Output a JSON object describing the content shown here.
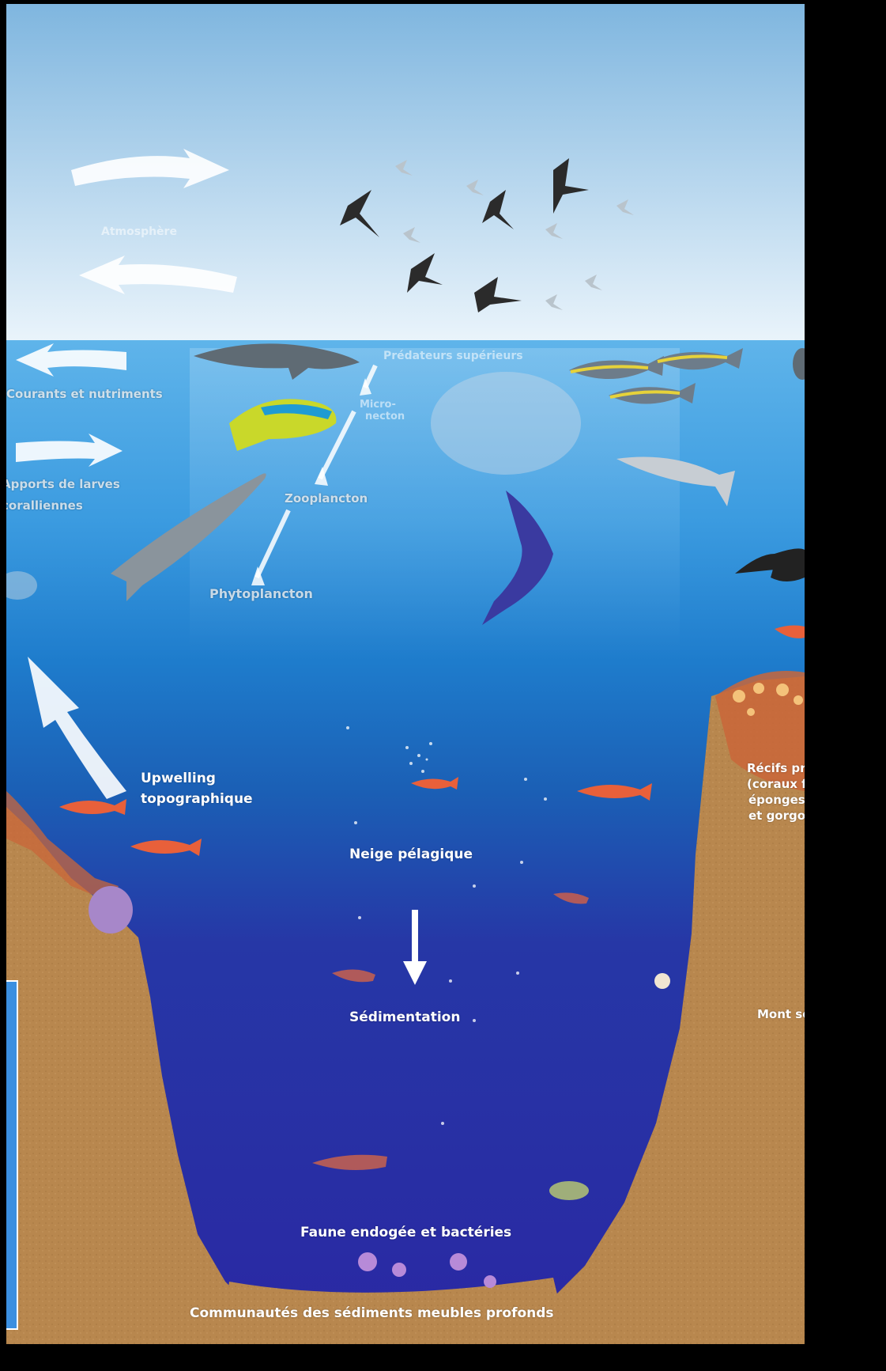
{
  "labels": {
    "atmosphere": "Atmosphère",
    "currents": "Courants et nutriments",
    "larvae_line1": "Apports de larves",
    "larvae_line2": "coralliennes",
    "top_predators": "Prédateurs supérieurs",
    "necton_line1": "Micro-",
    "necton_line2": "necton",
    "zooplankton": "Zooplancton",
    "phytoplankton": "Phytoplancton",
    "upwelling_line1": "Upwelling",
    "upwelling_line2": "topographique",
    "reefs_line1": "Récifs profonds",
    "reefs_line2": "(coraux froids,",
    "reefs_line3": "éponges",
    "reefs_line4": "et gorgones)",
    "marine_snow": "Neige pélagique",
    "sedimentation": "Sédimentation",
    "seamount": "Mont sous-marin",
    "endogenous_fauna": "Faune endogée et bactéries",
    "deep_sediment": "Communautés des sédiments meubles profonds"
  },
  "colors": {
    "sky_top": "#7fb6df",
    "sky_bottom": "#e6f2fa",
    "surface_water": "#4aa3df",
    "mid_water": "#1b6fbf",
    "deep_water": "#2a2aa0",
    "sediment": "#b8874e",
    "reef_orange": "#e2712c",
    "arrow_white": "#ffffff"
  }
}
